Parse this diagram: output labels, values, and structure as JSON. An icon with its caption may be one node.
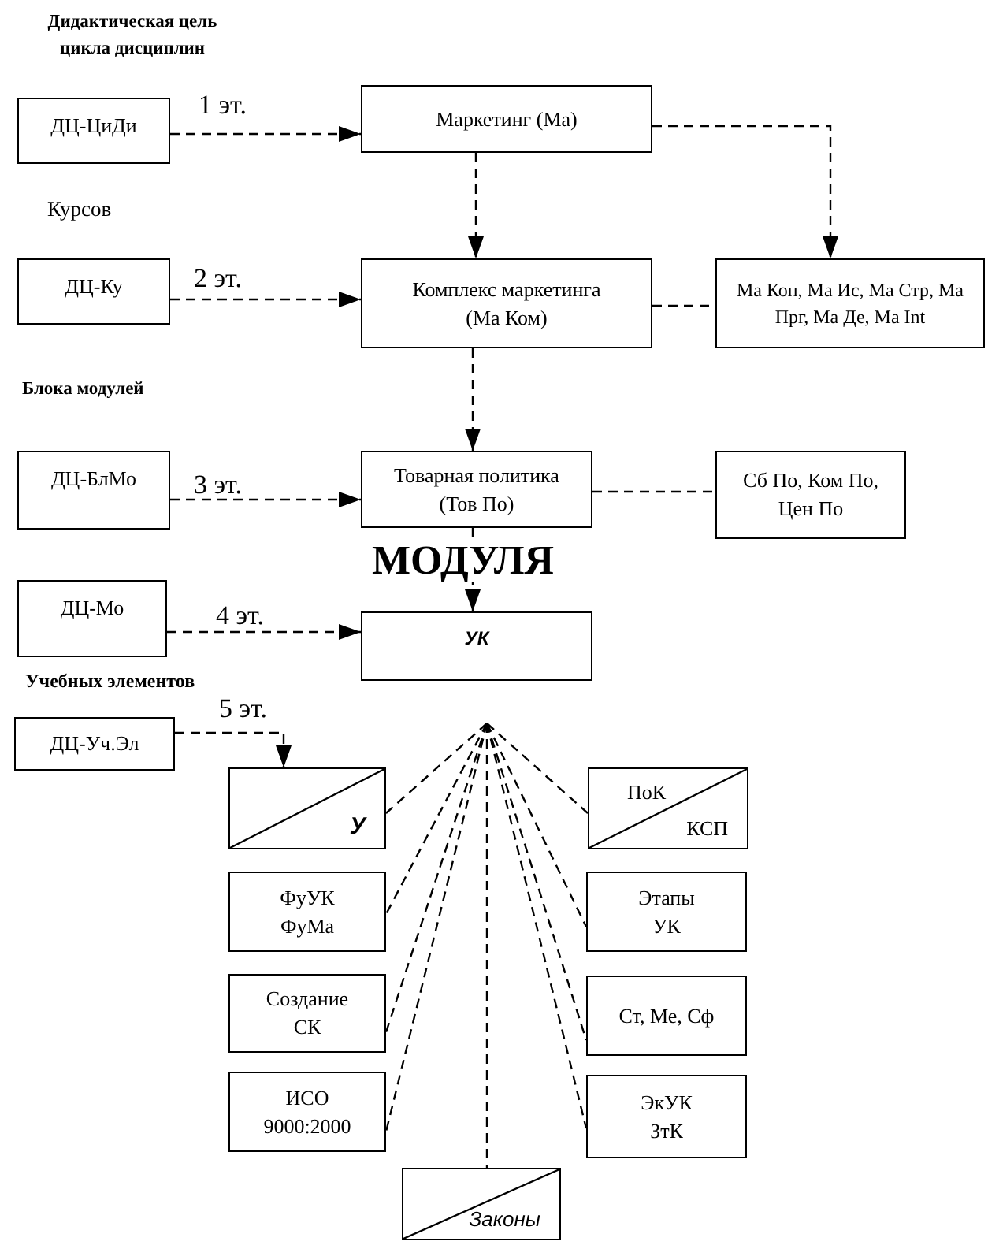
{
  "diagram": {
    "nodes": [
      {
        "text": [
          "ДЦ-ЦиДи"
        ]
      },
      {
        "text": [
          "Маркетинг (Ма)"
        ]
      },
      {
        "text": [
          "ДЦ-Ку"
        ]
      },
      {
        "text": [
          "Комплекс маркетинга (Ма Ком)"
        ]
      },
      {
        "text": [
          "Ма Кон, Ма Ис, Ма Стр, Ма Прг, Ма Де, Ма Int"
        ]
      },
      {
        "text": [
          "ДЦ-БлМо"
        ]
      },
      {
        "text": [
          "Товарная политика (Тов По)"
        ]
      },
      {
        "text": [
          "Сб По, Ком По, Цен По"
        ]
      },
      {
        "text": [
          "ДЦ-Мо"
        ]
      },
      {
        "text": [
          "УК"
        ]
      },
      {
        "text": [
          "ДЦ-Уч.Эл"
        ]
      },
      {
        "text": [
          "У"
        ]
      },
      {
        "text": [
          "ПоК",
          "КСП"
        ]
      },
      {
        "text": [
          "ФуУК ФуМа"
        ]
      },
      {
        "text": [
          "Этапы УК"
        ]
      },
      {
        "text": [
          "Создание СК"
        ]
      },
      {
        "text": [
          "Ст, Ме, Сф"
        ]
      },
      {
        "text": [
          "ИСО 9000:2000"
        ]
      },
      {
        "text": [
          "ЭкУК ЗтК"
        ]
      },
      {
        "text": [
          "Законы"
        ]
      }
    ],
    "edges": [
      {
        "from": 0,
        "to": 1,
        "arrow": "to",
        "label": "1 эт.",
        "style": "dashed"
      },
      {
        "from": 1,
        "to": 3,
        "arrow": "to",
        "style": "dashed"
      },
      {
        "from": 1,
        "to": 4,
        "arrow": "to",
        "style": "dashed"
      },
      {
        "from": 2,
        "to": 3,
        "arrow": "to",
        "label": "2 эт.",
        "style": "dashed"
      },
      {
        "from": 3,
        "to": 4,
        "arrow": "none",
        "style": "dashed"
      },
      {
        "from": 3,
        "to": 6,
        "arrow": "to",
        "style": "dashed"
      },
      {
        "from": 5,
        "to": 6,
        "arrow": "to",
        "label": "3 эт.",
        "style": "dashed"
      },
      {
        "from": 6,
        "to": 7,
        "arrow": "none",
        "style": "dashed"
      },
      {
        "from": 6,
        "to": 9,
        "arrow": "to",
        "style": "dashed"
      },
      {
        "from": 8,
        "to": 9,
        "arrow": "to",
        "label": "4 эт.",
        "style": "dashed"
      },
      {
        "from": 10,
        "to": 11,
        "arrow": "to",
        "label": "5 эт.",
        "style": "dashed"
      },
      {
        "from": null,
        "to": 11,
        "arrow": "none",
        "style": "dashed"
      },
      {
        "from": null,
        "to": 13,
        "arrow": "none",
        "style": "dashed"
      },
      {
        "from": null,
        "to": 15,
        "arrow": "none",
        "style": "dashed"
      },
      {
        "from": null,
        "to": 17,
        "arrow": "none",
        "style": "dashed"
      },
      {
        "from": null,
        "to": 19,
        "arrow": "none",
        "style": "dashed"
      },
      {
        "from": null,
        "to": 12,
        "arrow": "none",
        "style": "dashed"
      },
      {
        "from": null,
        "to": 14,
        "arrow": "none",
        "style": "dashed"
      },
      {
        "from": null,
        "to": 16,
        "arrow": "none",
        "style": "dashed"
      },
      {
        "from": null,
        "to": 18,
        "arrow": "none",
        "style": "dashed"
      }
    ],
    "labels": [
      "Дидактическая цель цикла дисциплин",
      "Курсов",
      "Блока модулей",
      "МОДУЛЯ",
      "Учебных элементов"
    ]
  }
}
